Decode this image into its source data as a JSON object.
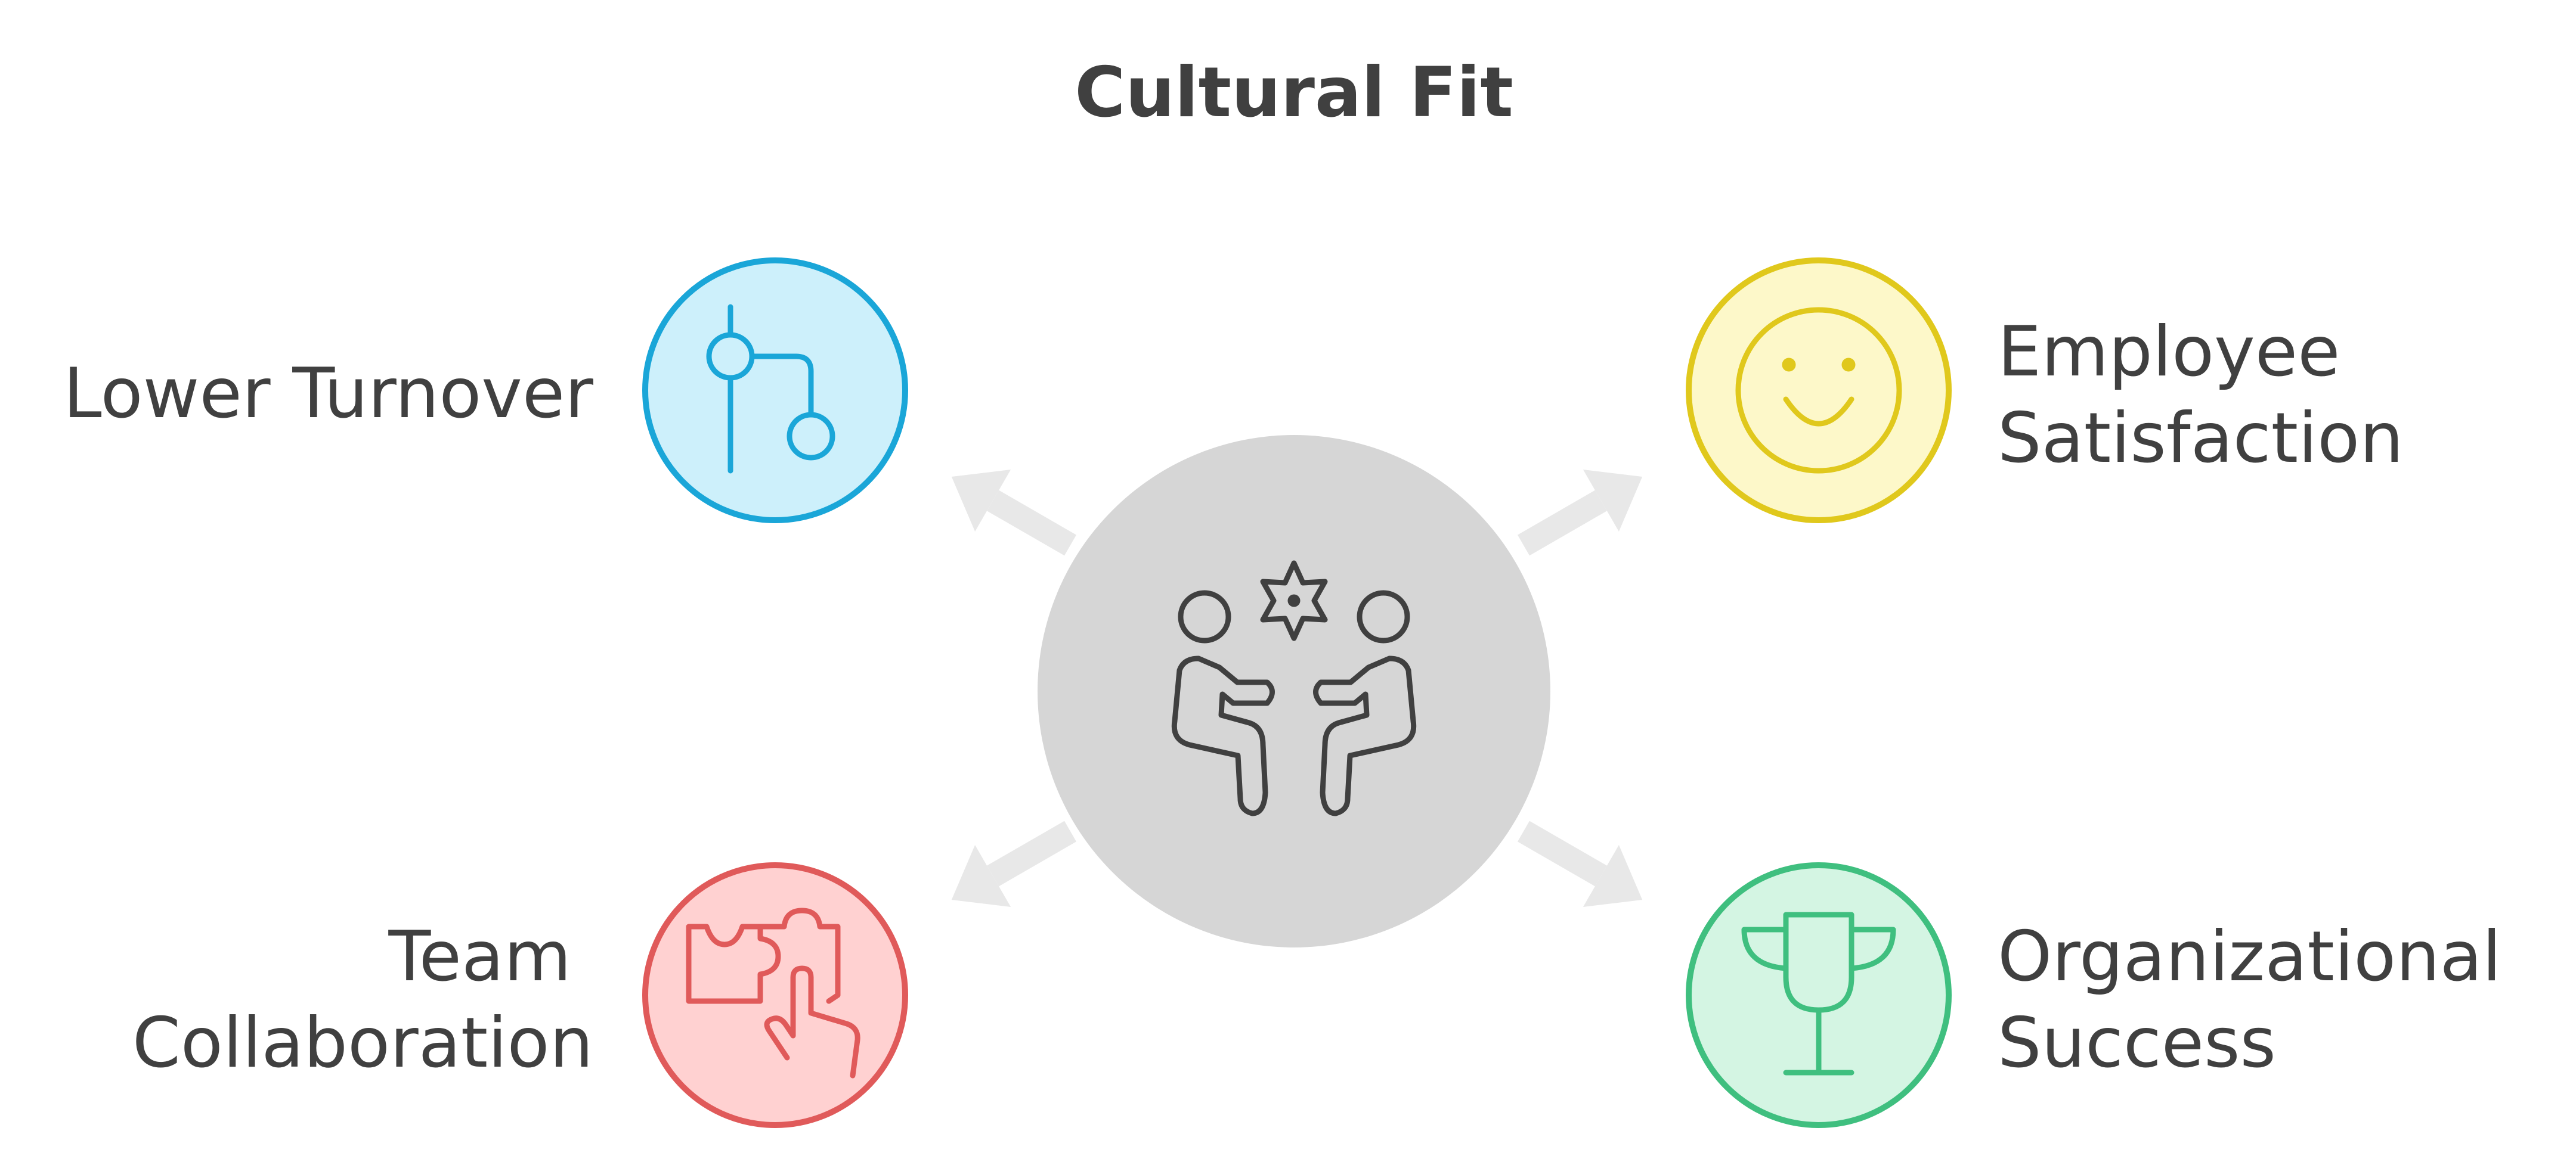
{
  "title": "Cultural Fit",
  "center": {
    "icon": "two-people-collaborating-gear-icon",
    "fill": "#d6d6d6"
  },
  "nodes": [
    {
      "key": "lower_turnover",
      "lines": [
        "Lower Turnover"
      ],
      "icon": "branch-flow-icon",
      "fill": "#cdf0fb",
      "stroke": "#1aa6d8"
    },
    {
      "key": "employee_satisfaction",
      "lines": [
        "Employee",
        "Satisfaction"
      ],
      "icon": "smiley-face-icon",
      "fill": "#fdf8c9",
      "stroke": "#e0c81c"
    },
    {
      "key": "team_collaboration",
      "lines": [
        "Team",
        "Collaboration"
      ],
      "icon": "puzzle-hand-icon",
      "fill": "#ffd1d1",
      "stroke": "#e05a5a"
    },
    {
      "key": "organizational_success",
      "lines": [
        "Organizational",
        "Success"
      ],
      "icon": "trophy-icon",
      "fill": "#d4f5e3",
      "stroke": "#3fbf7f"
    }
  ],
  "arrow_color": "#e8e8e8",
  "text_color": "#404040"
}
